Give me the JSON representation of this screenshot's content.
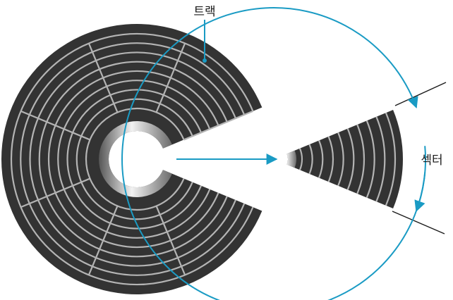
{
  "labels": {
    "track": "트랙",
    "sector": "섹터"
  },
  "colors": {
    "disk": "#333333",
    "track_line": "#b4b4b4",
    "arrow": "#1a9bc4",
    "text": "#1a1a1a"
  },
  "disk": {
    "track_count": 9,
    "sector_count": 8,
    "removed_sector_count": 1
  }
}
